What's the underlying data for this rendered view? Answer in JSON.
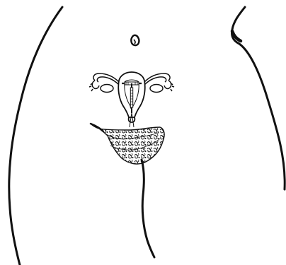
{
  "illustration": {
    "colors": {
      "ink": "#111111",
      "background": "#ffffff"
    },
    "parts": [
      "body-outline",
      "navel",
      "uterus",
      "fallopian-tubes",
      "ovaries",
      "iud",
      "iud-string",
      "pubic-hair",
      "thigh-crease"
    ]
  }
}
